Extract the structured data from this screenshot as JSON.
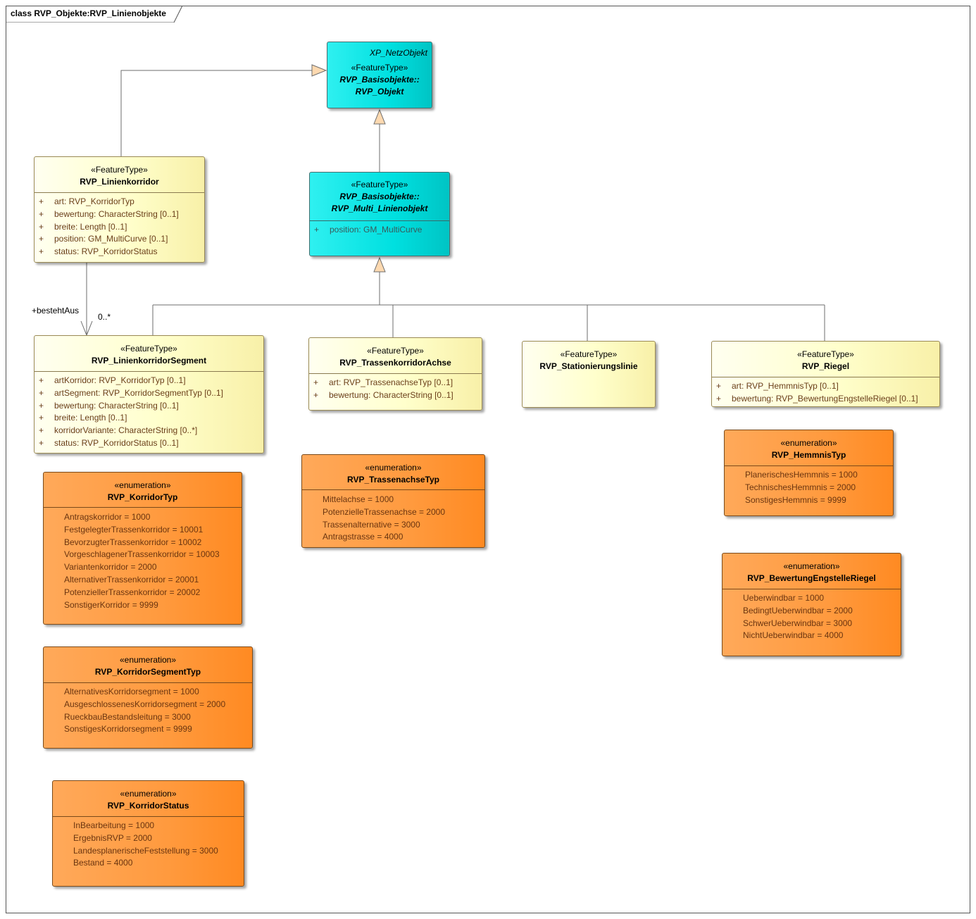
{
  "frame": {
    "title": "class RVP_Objekte:RVP_Linienobjekte"
  },
  "association": {
    "role": "+bestehtAus",
    "multiplicity": "0..*"
  },
  "classes": {
    "rvp_objekt": {
      "parent": "XP_NetzObjekt",
      "stereotype": "«FeatureType»",
      "name_line1": "RVP_Basisobjekte::",
      "name_line2": "RVP_Objekt"
    },
    "multi_linienobjekt": {
      "stereotype": "«FeatureType»",
      "name_line1": "RVP_Basisobjekte::",
      "name_line2": "RVP_Multi_Linienobjekt",
      "attributes": [
        "position: GM_MultiCurve"
      ]
    },
    "linienkorridor": {
      "stereotype": "«FeatureType»",
      "name": "RVP_Linienkorridor",
      "attributes": [
        "art: RVP_KorridorTyp",
        "bewertung: CharacterString [0..1]",
        "breite: Length [0..1]",
        "position: GM_MultiCurve [0..1]",
        "status: RVP_KorridorStatus"
      ]
    },
    "linienkorridor_segment": {
      "stereotype": "«FeatureType»",
      "name": "RVP_LinienkorridorSegment",
      "attributes": [
        "artKorridor: RVP_KorridorTyp [0..1]",
        "artSegment: RVP_KorridorSegmentTyp [0..1]",
        "bewertung: CharacterString [0..1]",
        "breite: Length [0..1]",
        "korridorVariante: CharacterString [0..*]",
        "status: RVP_KorridorStatus [0..1]"
      ]
    },
    "trassenkorridor_achse": {
      "stereotype": "«FeatureType»",
      "name": "RVP_TrassenkorridorAchse",
      "attributes": [
        "art: RVP_TrassenachseTyp [0..1]",
        "bewertung: CharacterString [0..1]"
      ]
    },
    "stationierungslinie": {
      "stereotype": "«FeatureType»",
      "name": "RVP_Stationierungslinie"
    },
    "riegel": {
      "stereotype": "«FeatureType»",
      "name": "RVP_Riegel",
      "attributes": [
        "art: RVP_HemmnisTyp [0..1]",
        "bewertung: RVP_BewertungEngstelleRiegel [0..1]"
      ]
    }
  },
  "enums": {
    "korridor_typ": {
      "stereotype": "«enumeration»",
      "name": "RVP_KorridorTyp",
      "values": [
        "Antragskorridor = 1000",
        "FestgelegterTrassenkorridor = 10001",
        "BevorzugterTrassenkorridor = 10002",
        "VorgeschlagenerTrassenkorridor = 10003",
        "Variantenkorridor = 2000",
        "AlternativerTrassenkorridor = 20001",
        "PotenziellerTrassenkorridor = 20002",
        "SonstigerKorridor = 9999"
      ]
    },
    "korridor_segment_typ": {
      "stereotype": "«enumeration»",
      "name": "RVP_KorridorSegmentTyp",
      "values": [
        "AlternativesKorridorsegment = 1000",
        "AusgeschlossenesKorridorsegment = 2000",
        "RueckbauBestandsleitung = 3000",
        "SonstigesKorridorsegment = 9999"
      ]
    },
    "korridor_status": {
      "stereotype": "«enumeration»",
      "name": "RVP_KorridorStatus",
      "values": [
        "InBearbeitung = 1000",
        "ErgebnisRVP = 2000",
        "LandesplanerischeFeststellung = 3000",
        "Bestand = 4000"
      ]
    },
    "trassenachse_typ": {
      "stereotype": "«enumeration»",
      "name": "RVP_TrassenachseTyp",
      "values": [
        "Mittelachse = 1000",
        "PotenzielleTrassenachse = 2000",
        "Trassenalternative = 3000",
        "Antragstrasse = 4000"
      ]
    },
    "hemmnis_typ": {
      "stereotype": "«enumeration»",
      "name": "RVP_HemmnisTyp",
      "values": [
        "PlanerischesHemmnis = 1000",
        "TechnischesHemmnis = 2000",
        "SonstigesHemmnis = 9999"
      ]
    },
    "bewertung_engstelle_riegel": {
      "stereotype": "«enumeration»",
      "name": "RVP_BewertungEngstelleRiegel",
      "values": [
        "Ueberwindbar = 1000",
        "BedingtUeberwindbar = 2000",
        "SchwerUeberwindbar = 3000",
        "NichtUeberwindbar = 4000"
      ]
    }
  }
}
